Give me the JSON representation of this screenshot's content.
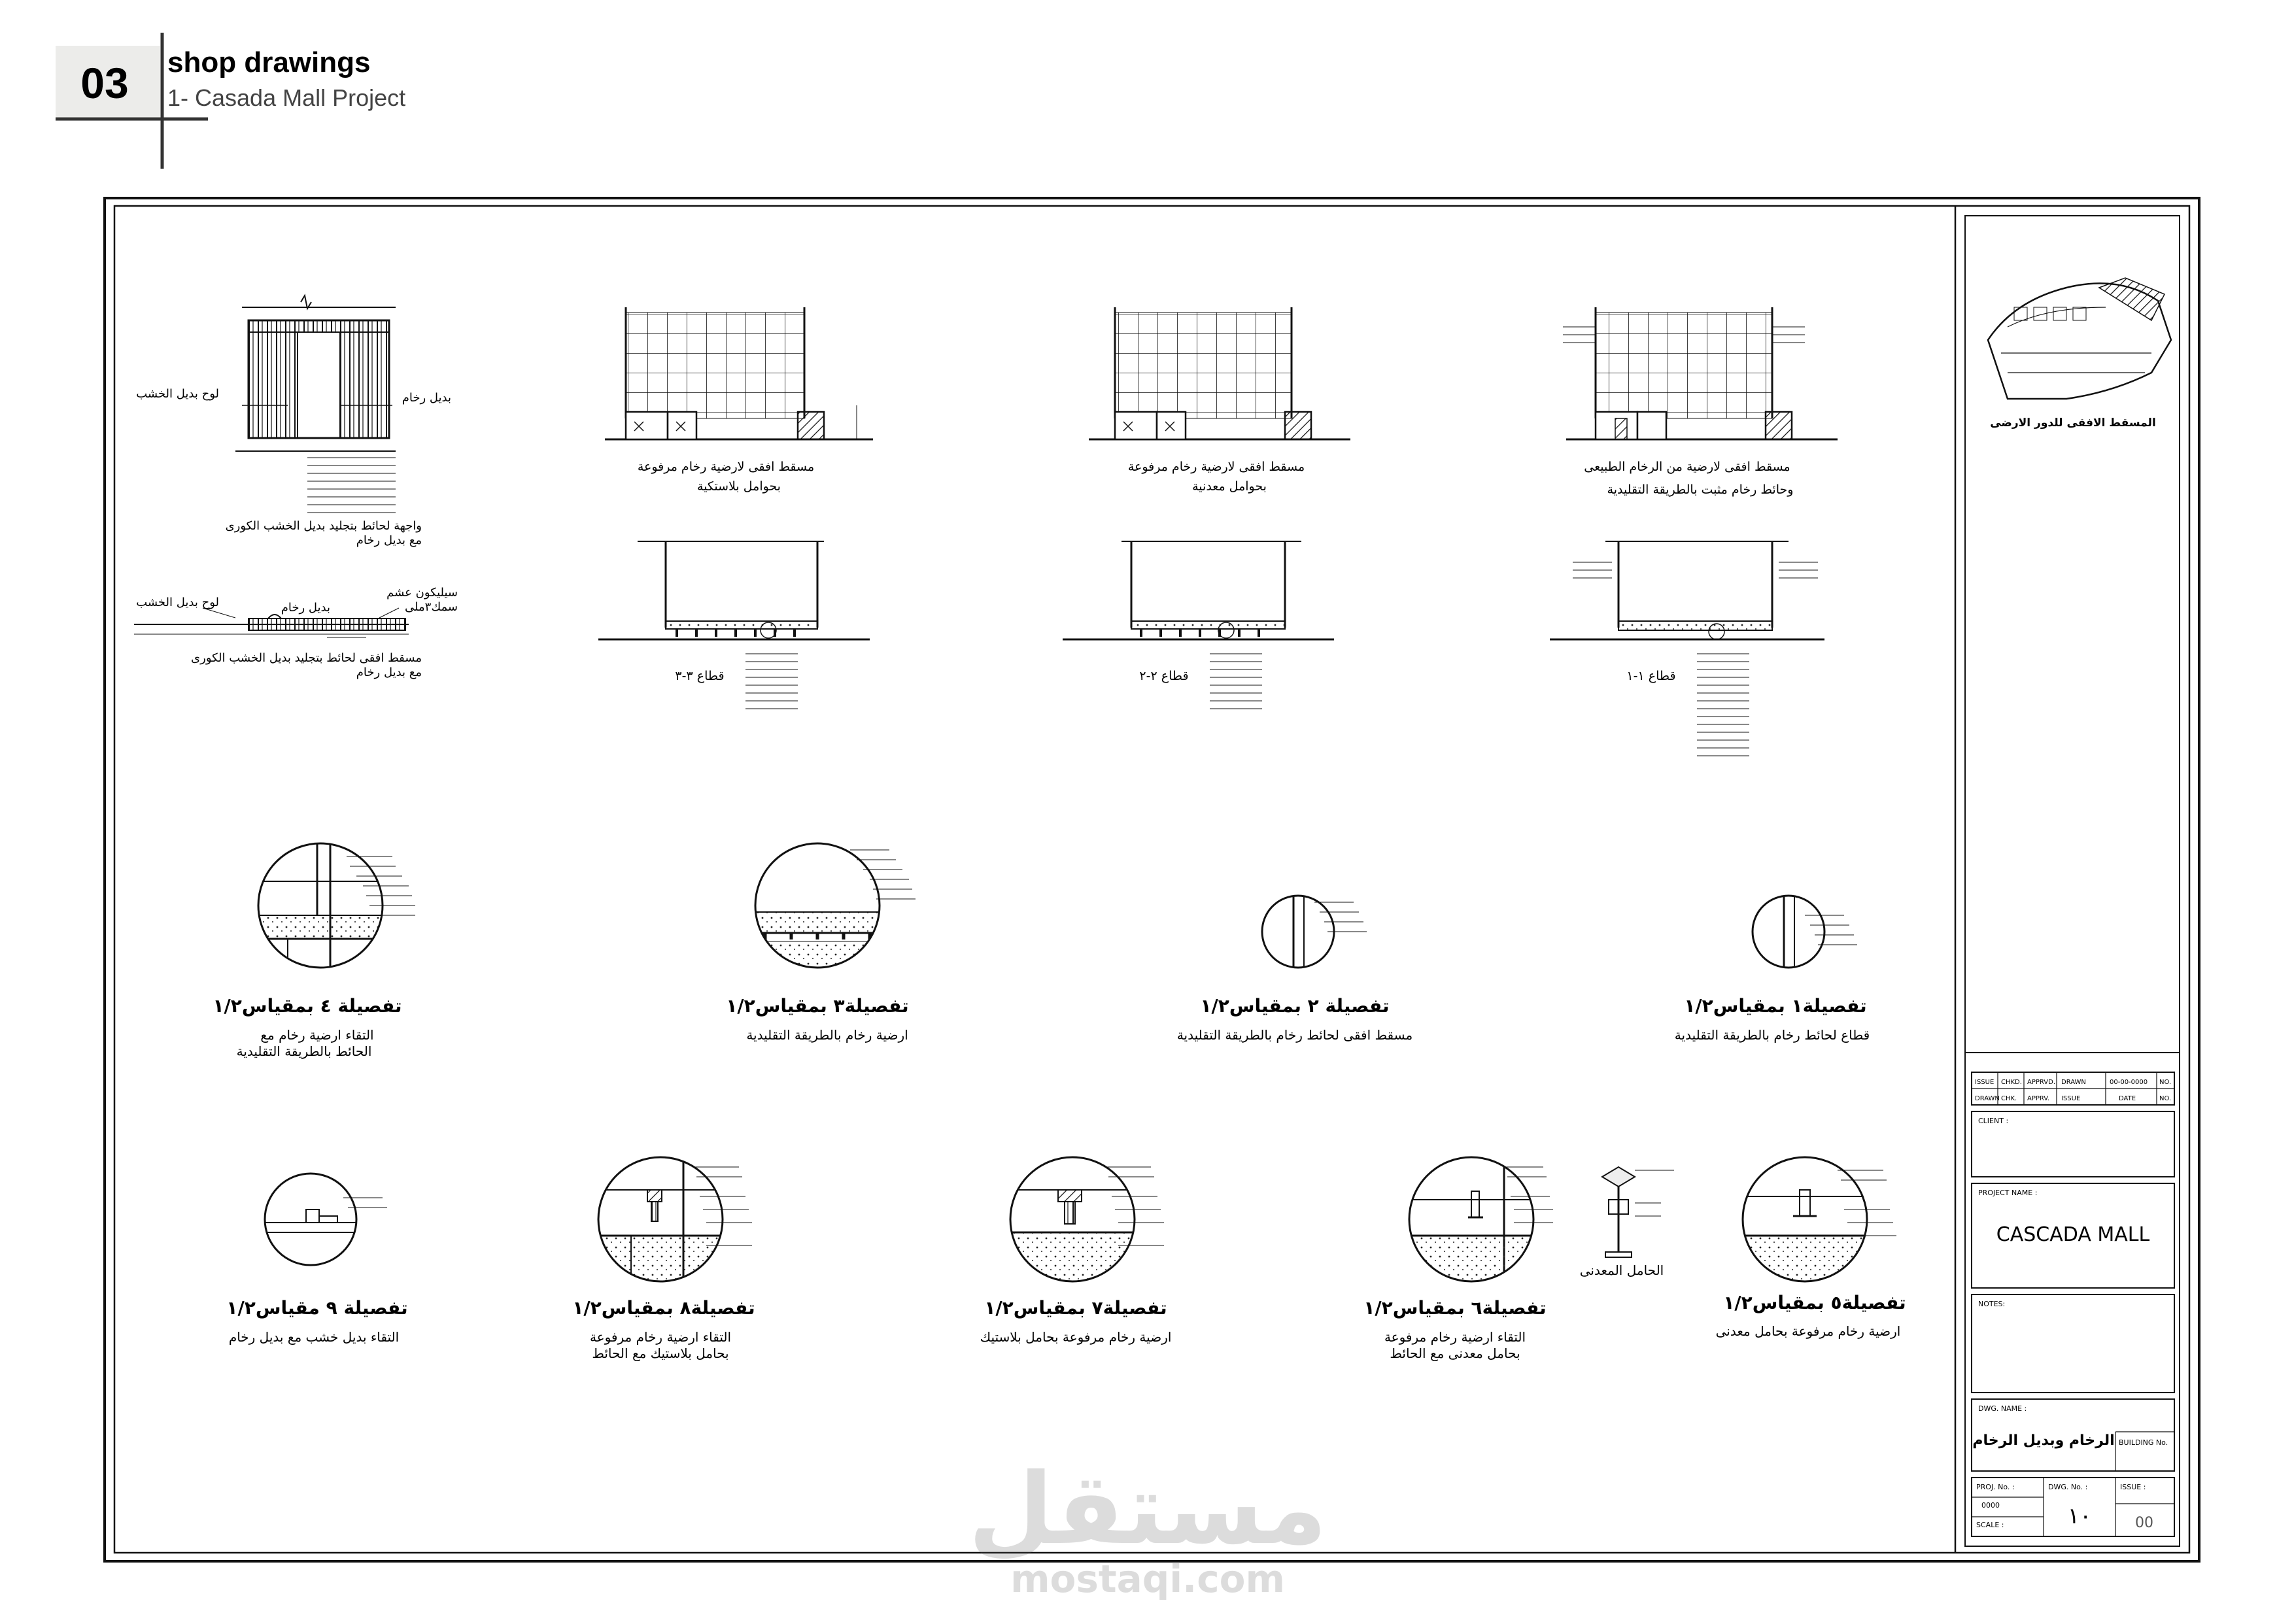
{
  "header": {
    "number": "03",
    "title": "shop drawings",
    "subtitle": "1- Casada Mall Project"
  },
  "plans": {
    "p1_cap1": "مسقط افقى لارضية رخام مرفوعة",
    "p1_cap2": "بحوامل بلاستكية",
    "p2_cap1": "مسقط افقى لارضية رخام مرفوعة",
    "p2_cap2": "بحوامل معدنية",
    "p3_cap1": "مسقط افقى لارضية من الرخام الطبيعى",
    "p3_cap2": "وحائط رخام مثبت بالطريقة التقليدية",
    "s1": "قطاع ٣-٣",
    "s2": "قطاع ٢-٢",
    "s3": "قطاع ١-١"
  },
  "left": {
    "label_board": "لوح بديل الخشب",
    "label_marble": "بديل رخام",
    "cap1a": "واجهة لحائط بتجليد بديل الخشب الكورى",
    "cap1b": "مع بديل رخام",
    "label_silicon": "سيليكون عشم",
    "label_thick": "سمك٣ملى",
    "label_board2": "لوح بديل الخشب",
    "label_marble2": "بديل رخام",
    "cap2a": "مسقط افقى لحائط بتجليد بديل الخشب الكورى",
    "cap2b": "مع بديل رخام"
  },
  "details_row1": [
    {
      "title": "تفصيلة ٤ بمقياس١/٢",
      "d1": "التقاء ارضية رخام مع",
      "d2": "الحائط بالطريقة التقليدية"
    },
    {
      "title": "تفصيلة٣ بمقياس١/٢",
      "d1": "ارضية رخام بالطريقة التقليدية",
      "d2": ""
    },
    {
      "title": "تفصيلة ٢ بمقياس١/٢",
      "d1": "مسقط افقى لحائط رخام بالطريقة التقليدية",
      "d2": ""
    },
    {
      "title": "تفصيلة١ بمقياس١/٢",
      "d1": "قطاع لحائط رخام بالطريقة التقليدية",
      "d2": ""
    }
  ],
  "details_row2": [
    {
      "title": "تفصيلة ٩ مقياس١/٢",
      "d1": "التقاء بديل خشب مع بديل رخام",
      "d2": ""
    },
    {
      "title": "تفصيلة٨ بمقياس١/٢",
      "d1": "التقاء ارضية رخام مرفوعة",
      "d2": "بحامل بلاستيك مع الحائط"
    },
    {
      "title": "تفصيلة٧ بمقياس١/٢",
      "d1": "ارضية رخام مرفوعة بحامل بلاستيك",
      "d2": ""
    },
    {
      "title": "تفصيلة٦ بمقياس١/٢",
      "d1": "التقاء ارضية رخام مرفوعة",
      "d2": "بحامل معدنى مع الحائط"
    },
    {
      "title": "تفصيلة٥ بمقياس١/٢",
      "d1": "ارضية رخام مرفوعة بحامل معدنى",
      "d2": ""
    }
  ],
  "pedestal_label": "الحامل المعدنى",
  "title_block": {
    "key_plan_caption": "المسقط الافقى للدور الارضى",
    "rev_row1": [
      "ISSUE",
      "CHKD.",
      "APPRVD.",
      "DRAWN",
      "00-00-0000",
      "NO."
    ],
    "rev_row2": [
      "DRAWN",
      "CHK.",
      "APPRV.",
      "ISSUE",
      "DATE",
      "NO."
    ],
    "client_label": "CLIENT :",
    "project_label": "PROJECT NAME :",
    "project_name": "CASCADA MALL",
    "notes_label": "NOTES:",
    "dwg_name_label": "DWG. NAME :",
    "dwg_name": "الرخام وبديل الرخام",
    "building_label": "BUILDING No.",
    "proj_no_label": "PROJ. No. :",
    "proj_no": "0000",
    "dwg_no_label": "DWG. No. :",
    "dwg_no": "١٠",
    "issue_label": "ISSUE :",
    "issue": "00",
    "scale_label": "SCALE :"
  },
  "watermark": {
    "arabic": "مستقل",
    "latin": "mostaqi.com"
  }
}
